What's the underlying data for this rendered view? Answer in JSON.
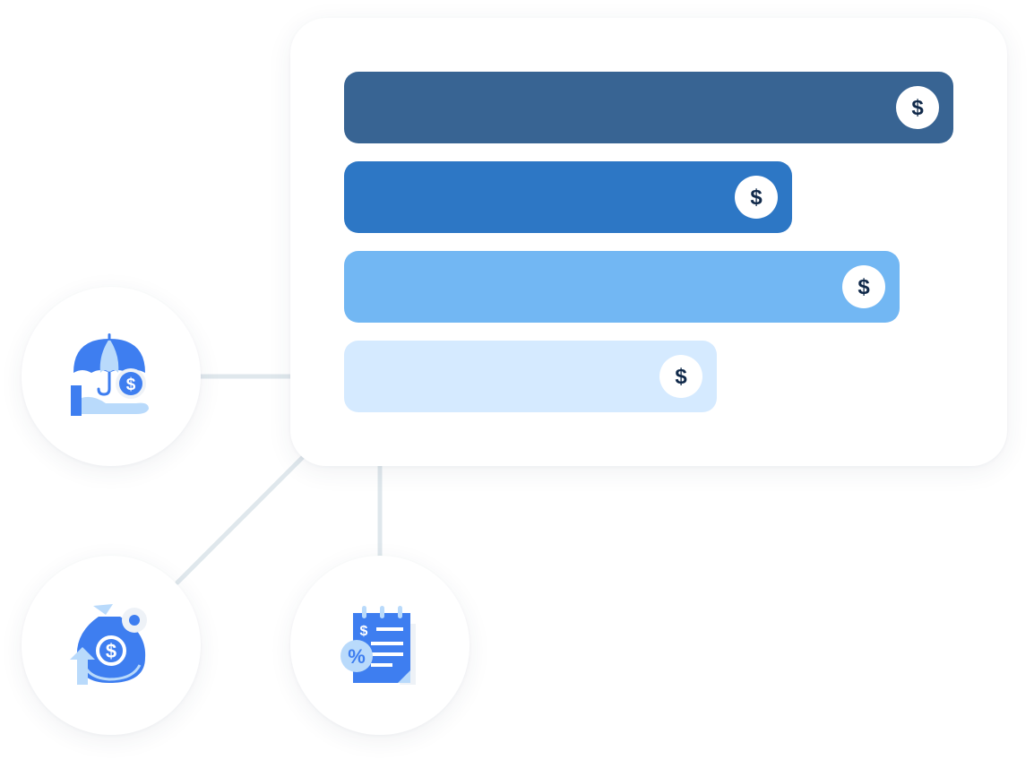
{
  "chart_data": {
    "type": "bar",
    "orientation": "horizontal",
    "categories": [
      "",
      "",
      "",
      ""
    ],
    "values": [
      100,
      73.5,
      91.2,
      61.2
    ],
    "bar_colors": [
      "#386493",
      "#2d77c5",
      "#72b7f3",
      "#d5eaff"
    ],
    "value_icon": "dollar-coin-icon",
    "xlim": [
      0,
      100
    ]
  },
  "colors": {
    "connector": "#dfe7ec",
    "icon_primary": "#3e7ef0",
    "icon_light": "#b9dafb",
    "icon_gear": "#eef2f7",
    "coin_glyph": "#10294a"
  },
  "nodes": [
    {
      "icon": "umbrella-money-icon"
    },
    {
      "icon": "money-bag-growth-icon"
    },
    {
      "icon": "tax-invoice-icon"
    }
  ]
}
